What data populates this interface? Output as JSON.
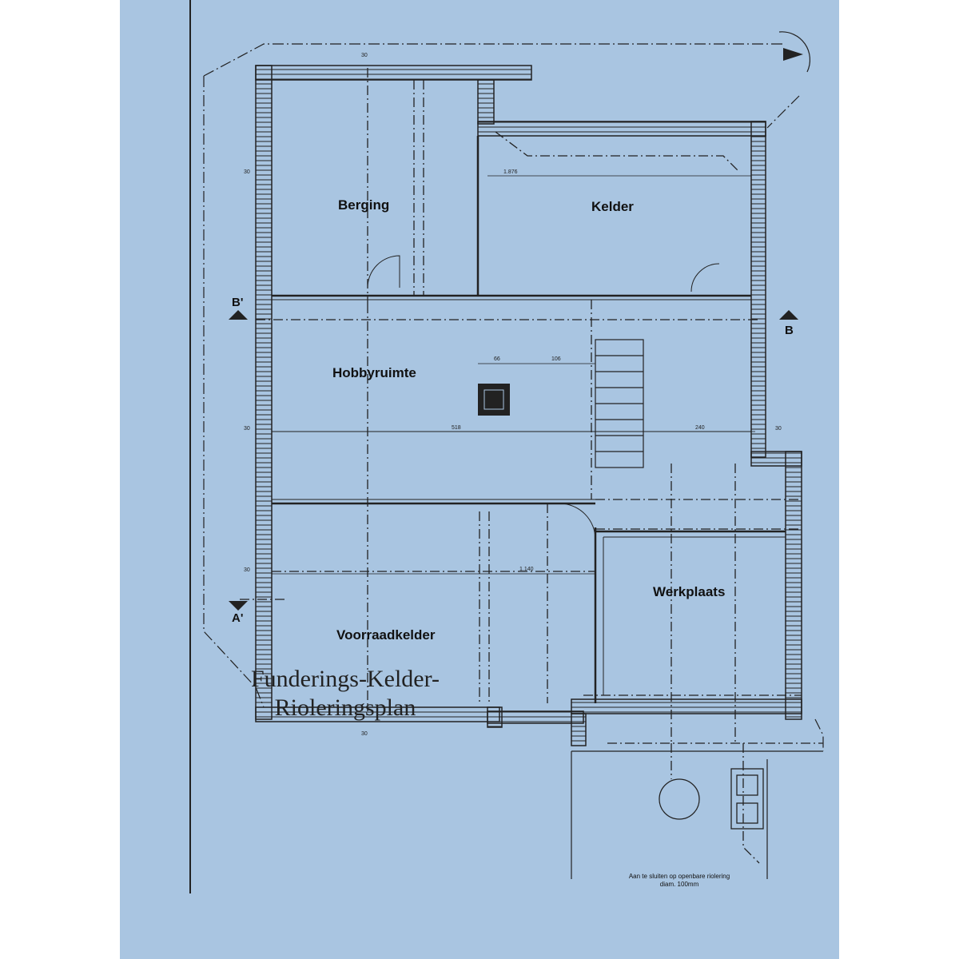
{
  "title": {
    "line1": "Funderings-Kelder-",
    "line2": "Rioleringsplan"
  },
  "rooms": {
    "berging": "Berging",
    "kelder": "Kelder",
    "hobbyruimte": "Hobbyruimte",
    "voorraadkelder": "Voorraadkelder",
    "werkplaats": "Werkplaats"
  },
  "section_marks": {
    "b_prime": "B'",
    "b": "B",
    "a_prime": "A'"
  },
  "dimensions": {
    "d_1876": "1.876",
    "d_518": "518",
    "d_240": "240",
    "d_1140": "1.140",
    "d_66": "66",
    "d_106": "106",
    "d_30_top": "30",
    "d_30_left1": "30",
    "d_30_left2": "30",
    "d_30_left3": "30",
    "d_30_right": "30",
    "d_30_bottom": "30"
  },
  "notes": {
    "outfall_line1": "Aan te sluiten op openbare riolering",
    "outfall_line2": "diam. 100mm"
  },
  "colors": {
    "paper": "#a9c5e1",
    "ink": "#1a1a1a"
  }
}
